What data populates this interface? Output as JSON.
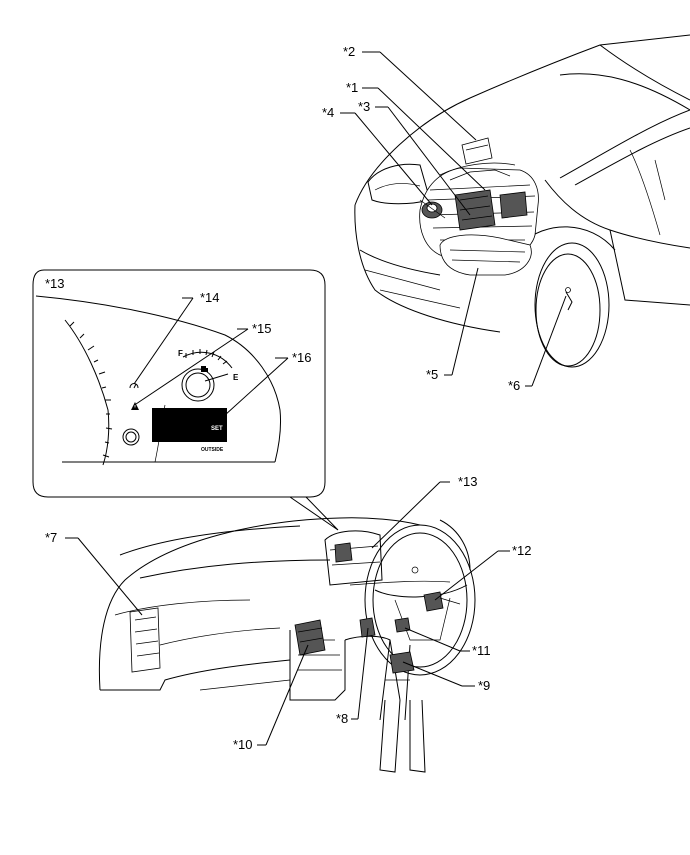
{
  "callouts": {
    "c1": "*1",
    "c2": "*2",
    "c3": "*3",
    "c4": "*4",
    "c5": "*5",
    "c6": "*6",
    "c7": "*7",
    "c8": "*8",
    "c9": "*9",
    "c10": "*10",
    "c11": "*11",
    "c12": "*12",
    "c13_inset": "*13",
    "c13": "*13",
    "c14": "*14",
    "c15": "*15",
    "c16": "*16"
  },
  "gauge": {
    "full_label": "F",
    "empty_label": "E",
    "set_label": "SET",
    "outside_label": "OUTSIDE"
  },
  "icons": {
    "fuel": "fuel-pump-icon",
    "warning": "master-warning-icon",
    "cruise": "cruise-indicator-icon"
  }
}
